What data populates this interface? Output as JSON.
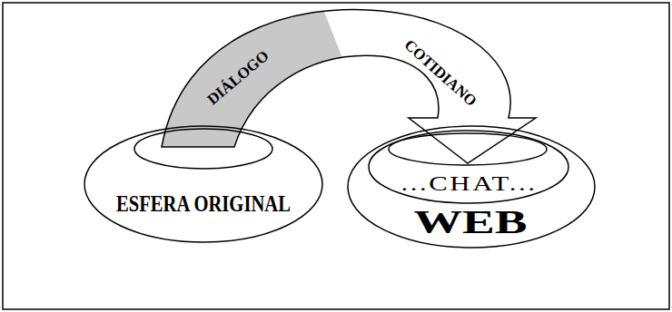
{
  "diagram": {
    "nodes": [
      {
        "text": [
          "ESFERA ORIGINAL"
        ]
      },
      {
        "text": [
          "WEB"
        ]
      },
      {
        "text": [
          "...CHAT..."
        ],
        "in": 1
      }
    ],
    "edges": [
      {
        "from": 0,
        "to": 2,
        "arrow": "to"
      }
    ],
    "labels": [
      "DIÁLOGO",
      "COTIDIANO"
    ]
  }
}
